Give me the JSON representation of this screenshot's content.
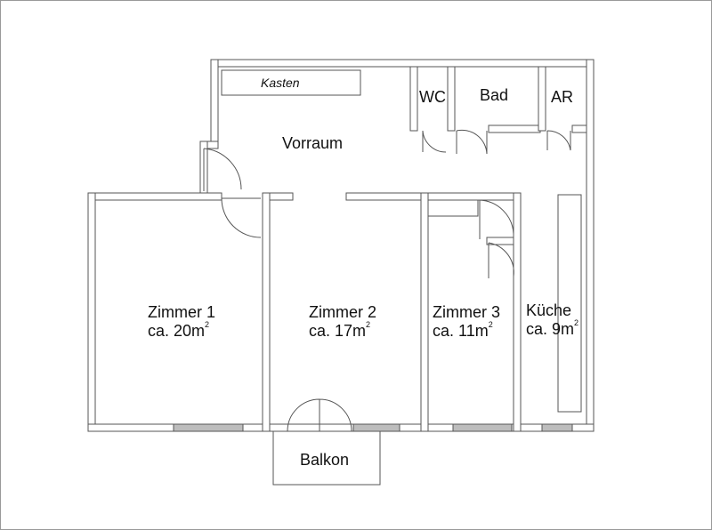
{
  "plan": {
    "closet": {
      "label": "Kasten"
    },
    "vorraum": {
      "label": "Vorraum"
    },
    "wc": {
      "label": "WC"
    },
    "bad": {
      "label": "Bad"
    },
    "ar": {
      "label": "AR"
    },
    "zimmer1": {
      "label": "Zimmer 1",
      "area_prefix": "ca. 20m",
      "area_unit_exp": "2"
    },
    "zimmer2": {
      "label": "Zimmer 2",
      "area_prefix": "ca. 17m",
      "area_unit_exp": "2"
    },
    "zimmer3": {
      "label": "Zimmer 3",
      "area_prefix": "ca. 11m",
      "area_unit_exp": "2"
    },
    "kueche": {
      "label": "Küche",
      "area_prefix": "ca. 9m",
      "area_unit_exp": "2"
    },
    "balkon": {
      "label": "Balkon"
    }
  },
  "colors": {
    "wall_stroke": "#555555",
    "window_fill": "#bdbdbd",
    "background": "#ffffff"
  }
}
